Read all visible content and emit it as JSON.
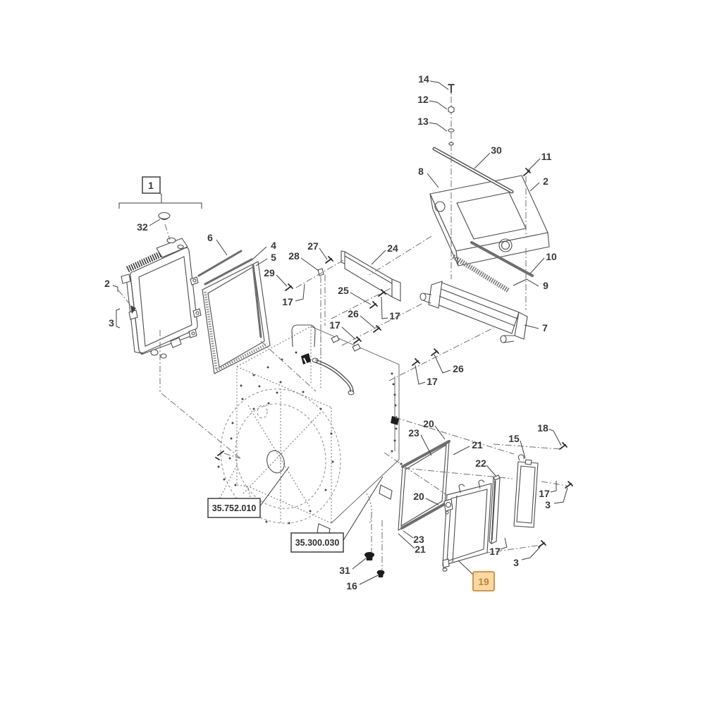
{
  "diagram": {
    "background_color": "#ffffff",
    "line_color": "#4d4d4d",
    "highlight_fill": "#f8d9a6",
    "highlight_border": "#cf8c32",
    "highlight_text": "#c9822a",
    "ref_boxes": {
      "group": "1",
      "transmission": "35.752.010",
      "rear_frame": "35.300.030"
    },
    "highlighted_callout": "19",
    "callouts": {
      "n14": "14",
      "n12": "12",
      "n13": "13",
      "n30": "30",
      "n11": "11",
      "n2b": "2",
      "n8": "8",
      "n10": "10",
      "n9": "9",
      "n7": "7",
      "n26b": "26",
      "n17e": "17",
      "n32": "32",
      "n2a": "2",
      "n3a": "3",
      "n6": "6",
      "n4": "4",
      "n5": "5",
      "n29": "29",
      "n17a": "17",
      "n28": "28",
      "n27": "27",
      "n24": "24",
      "n25": "25",
      "n17b": "17",
      "n26a": "26",
      "n17c": "17",
      "n31": "31",
      "n16": "16",
      "n20a": "20",
      "n23a": "23",
      "n21a": "21",
      "n22": "22",
      "n20b": "20",
      "n23b": "23",
      "n21b": "21",
      "n15": "15",
      "n18": "18",
      "n17d": "17",
      "n3b": "3",
      "n17f": "17",
      "n3c": "3"
    }
  }
}
